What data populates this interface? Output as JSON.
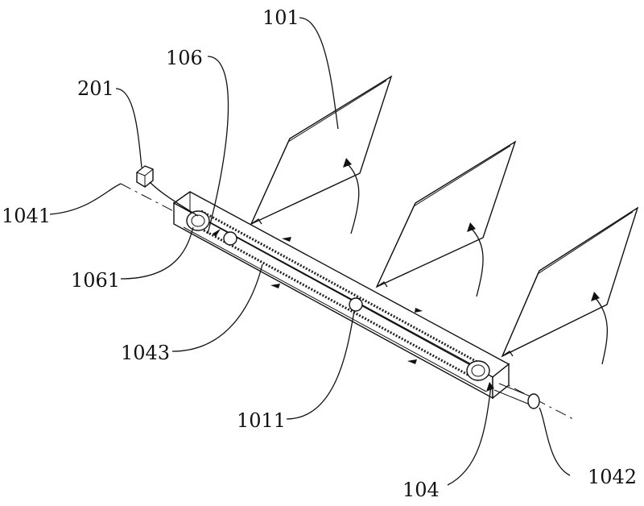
{
  "labels": {
    "l101": "101",
    "l106": "106",
    "l201": "201",
    "l1041": "1041",
    "l1061": "1061",
    "l1043": "1043",
    "l1011": "1011",
    "l104": "104",
    "l1042": "1042"
  },
  "watermark": "",
  "colors": {
    "line": "#111111",
    "background": "#ffffff"
  }
}
